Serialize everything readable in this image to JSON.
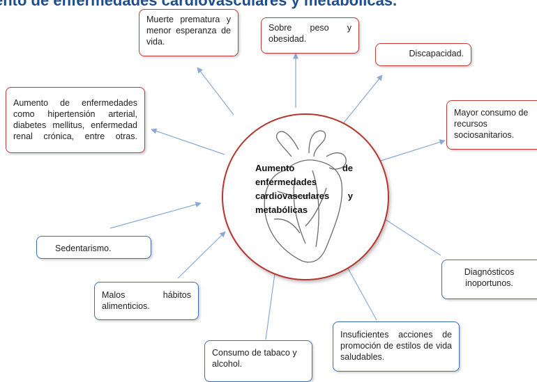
{
  "title": "ento de enfermedades cardiovasculares y metabólicas.",
  "center": {
    "label": "Aumento de enfermedades cardiovasculares y metabólicas"
  },
  "consequences": {
    "muerte": "Muerte prematura y menor esperanza de vida.",
    "sobrepeso": "Sobre peso y obesidad.",
    "discapacidad": "Discapacidad.",
    "aumento": "Aumento de enfermedades como hipertensión arterial, diabetes mellitus, enfermedad renal crónica, entre otras.",
    "mayor_consumo": "Mayor consumo de recursos sociosanitarios."
  },
  "causes": {
    "sedentarismo": "Sedentarismo.",
    "malos_habitos": "Malos hábitos alimenticios.",
    "diagnosticos": "Diagnósticos inoportunos.",
    "insuficientes": "Insuficientes acciones de promoción de estilos de vida saludables.",
    "consumo_tabaco": "Consumo de tabaco y alcohol."
  },
  "colors": {
    "consequence_border": "#c0393b",
    "cause_border": "#3f6db5",
    "arrow": "#8aa9d6",
    "title": "#1e4e8c"
  }
}
